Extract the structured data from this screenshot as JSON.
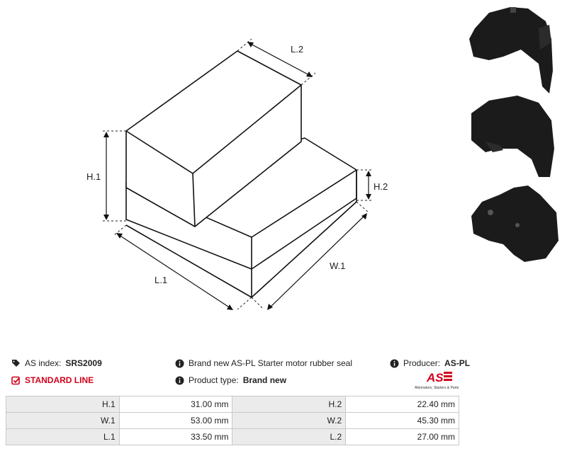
{
  "diagram": {
    "labels": {
      "l2": "L.2",
      "h1": "H.1",
      "h2": "H.2",
      "w1": "W.1",
      "l1": "L.1"
    }
  },
  "photos": [
    {
      "name": "rubber-seal-photo-top"
    },
    {
      "name": "rubber-seal-photo-middle"
    },
    {
      "name": "rubber-seal-photo-bottom"
    }
  ],
  "info": {
    "as_index_label": "AS index:",
    "as_index_value": "SRS2009",
    "line_label": "STANDARD LINE",
    "description": "Brand new AS-PL Starter motor rubber seal",
    "product_type_label": "Product type:",
    "product_type_value": "Brand new",
    "producer_label": "Producer:",
    "producer_value": "AS-PL",
    "accent_color": "#d0021b"
  },
  "logo": {
    "text": "AS",
    "tagline": "Alternators, Starters & Parts"
  },
  "dimensions": [
    {
      "k1": "H.1",
      "v1": "31.00 mm",
      "k2": "H.2",
      "v2": "22.40 mm"
    },
    {
      "k1": "W.1",
      "v1": "53.00 mm",
      "k2": "W.2",
      "v2": "45.30 mm"
    },
    {
      "k1": "L.1",
      "v1": "33.50 mm",
      "k2": "L.2",
      "v2": "27.00 mm"
    }
  ]
}
